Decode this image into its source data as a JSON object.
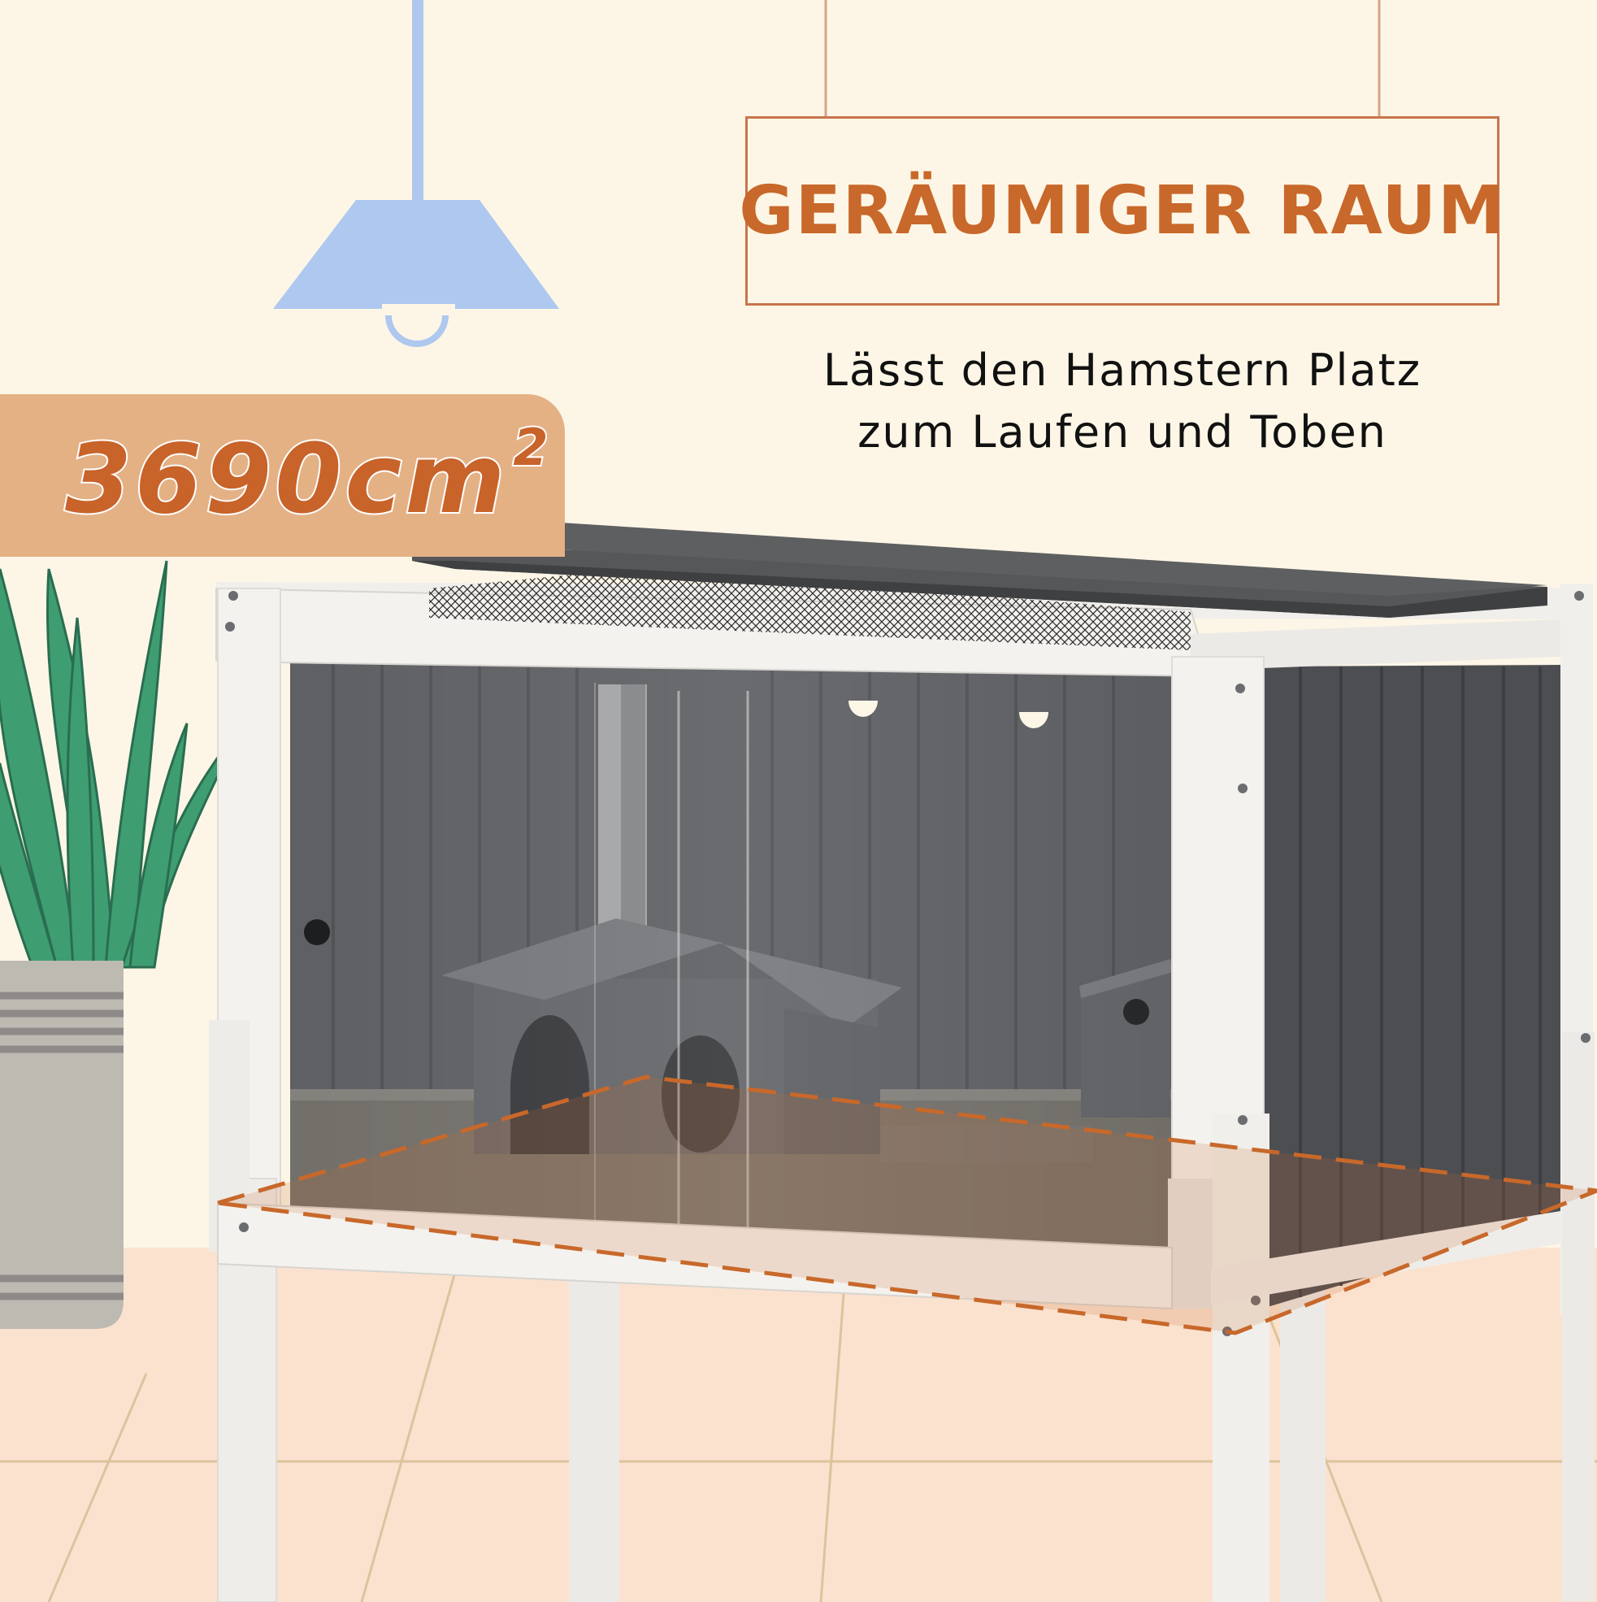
{
  "headline": "GERÄUMIGER RAUM",
  "subline": [
    "Lässt den Hamstern Platz",
    "zum Laufen und Toben"
  ],
  "area": {
    "value": "3690cm",
    "superscript": "2"
  },
  "colors": {
    "background": "#fdf6e6",
    "floor": "#fbe2cf",
    "accent": "#c8682a",
    "badge": "#e4b185",
    "lamp": "#aec8f0",
    "cage_dark": "#54565a",
    "cage_frame": "#f4f2ee",
    "plant": "#3f9d72"
  },
  "icons": [
    "pendant-lamp-icon",
    "potted-plant-icon",
    "hamster-cage-illustration"
  ]
}
